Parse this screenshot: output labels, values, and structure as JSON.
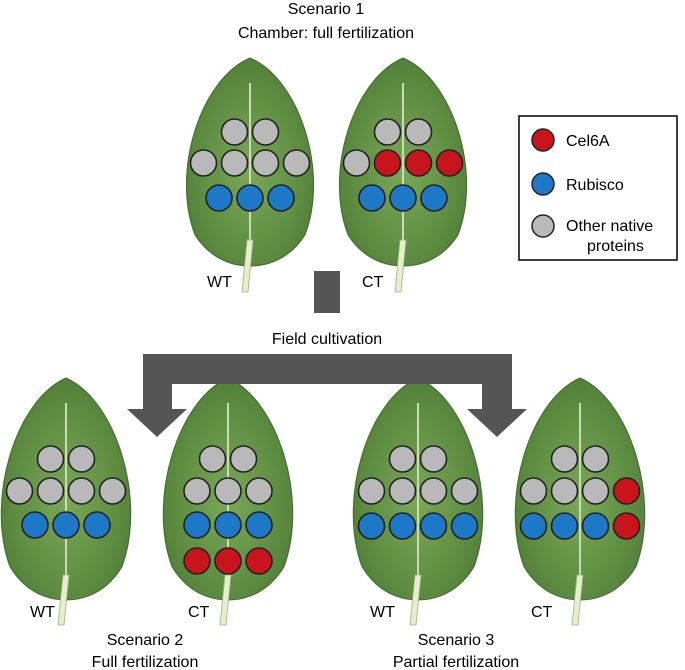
{
  "title": {
    "line1": "Scenario 1",
    "line2": "Chamber: full fertilization"
  },
  "middle_label": "Field cultivation",
  "scenario2": {
    "line1": "Scenario 2",
    "line2": "Full fertilization"
  },
  "scenario3": {
    "line1": "Scenario 3",
    "line2": "Partial fertilization"
  },
  "legend": {
    "items": [
      {
        "key": "cel6a",
        "label": "Cel6A"
      },
      {
        "key": "rubisco",
        "label": "Rubisco"
      },
      {
        "key": "other",
        "label_line1": "Other native",
        "label_line2": "proteins"
      }
    ]
  },
  "colors": {
    "cel6a": "#c8141b",
    "rubisco": "#1e78c8",
    "other": "#b9b9b9",
    "arrow": "#555555",
    "leaf": "#5f8e42"
  },
  "leaves": [
    {
      "id": "s1-wt",
      "label": "WT",
      "rows": [
        [
          "other",
          "other"
        ],
        [
          "other",
          "other",
          "other",
          "other"
        ],
        [
          "rubisco",
          "rubisco",
          "rubisco"
        ]
      ]
    },
    {
      "id": "s1-ct",
      "label": "CT",
      "rows": [
        [
          "other",
          "other"
        ],
        [
          "other",
          "cel6a",
          "cel6a",
          "cel6a"
        ],
        [
          "rubisco",
          "rubisco",
          "rubisco"
        ]
      ]
    },
    {
      "id": "s2-wt",
      "label": "WT",
      "rows": [
        [
          "other",
          "other"
        ],
        [
          "other",
          "other",
          "other",
          "other"
        ],
        [
          "rubisco",
          "rubisco",
          "rubisco"
        ]
      ]
    },
    {
      "id": "s2-ct",
      "label": "CT",
      "rows": [
        [
          "other",
          "other"
        ],
        [
          "other",
          "other",
          "other"
        ],
        [
          "rubisco",
          "rubisco",
          "rubisco"
        ],
        [
          "cel6a",
          "cel6a",
          "cel6a"
        ]
      ]
    },
    {
      "id": "s3-wt",
      "label": "WT",
      "rows": [
        [
          "other",
          "other"
        ],
        [
          "other",
          "other",
          "other",
          "other"
        ],
        [
          "rubisco",
          "rubisco",
          "rubisco",
          "rubisco"
        ]
      ]
    },
    {
      "id": "s3-ct",
      "label": "CT",
      "rows": [
        [
          "other",
          "other"
        ],
        [
          "other",
          "other",
          "other",
          "cel6a"
        ],
        [
          "rubisco",
          "rubisco",
          "rubisco",
          "cel6a"
        ]
      ]
    }
  ]
}
